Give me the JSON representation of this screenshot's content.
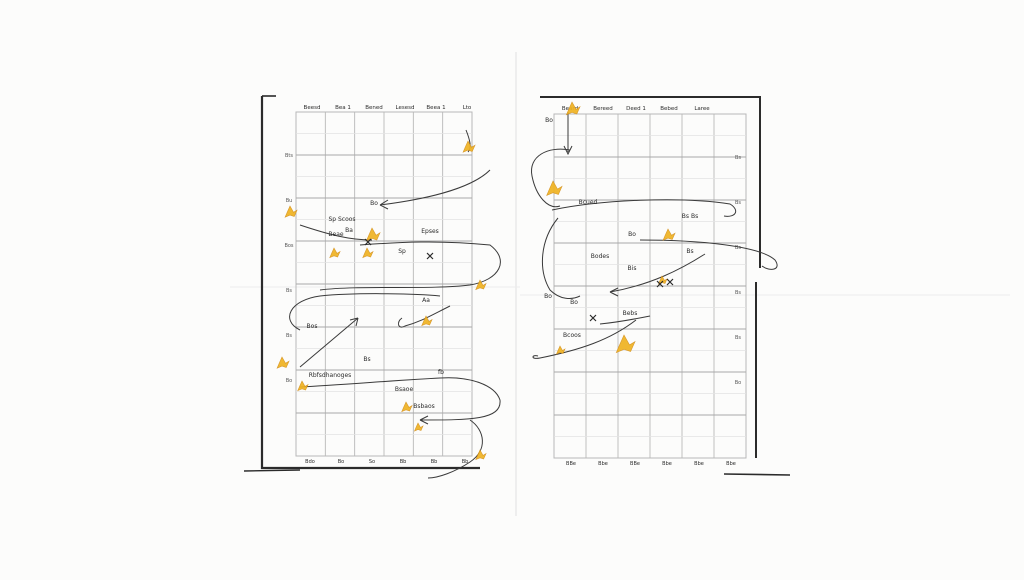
{
  "artwork": {
    "paper": "#fcfcfb",
    "ink": "#2b2b2b",
    "pencil": "#b8b8b8",
    "faint": "#e3e3e3",
    "accent": "#f0b321",
    "accent_dark": "#d4901a"
  },
  "left_sheet": {
    "header": [
      "Beesd",
      "Bea 1",
      "Bened",
      "Lesesd",
      "Beea 1",
      "Lto"
    ],
    "side_labels": [
      "Bts",
      "Bu",
      "Bos",
      "Bs",
      "Bs",
      "Bo"
    ],
    "footer": [
      "Bdo",
      "Bo",
      "So",
      "Bb",
      "Bb",
      "Bb"
    ],
    "notes": [
      "Bo",
      "Sp Scoos",
      "Ba",
      "Epses",
      "Sp",
      "Bos",
      "Aa",
      "fb",
      "Bs",
      "Rbfsdhanoges",
      "Bsaoe",
      "Bsbaos",
      "Beae"
    ]
  },
  "right_sheet": {
    "header": [
      "Beard",
      "Bereed",
      "Deed 1",
      "Bebed",
      "Laree"
    ],
    "side_labels": [
      "Bs",
      "Bs",
      "Bs",
      "Bs",
      "Bs",
      "Bo"
    ],
    "footer": [
      "BBe",
      "Bbe",
      "BBe",
      "Bbe",
      "Bbe",
      "Bbe"
    ],
    "notes": [
      "Bo",
      "Bcued",
      "Bs Bs",
      "Bo",
      "Bodes",
      "Bo",
      "Bo",
      "Bis",
      "Bebs",
      "Bcoos",
      "Bs"
    ]
  }
}
